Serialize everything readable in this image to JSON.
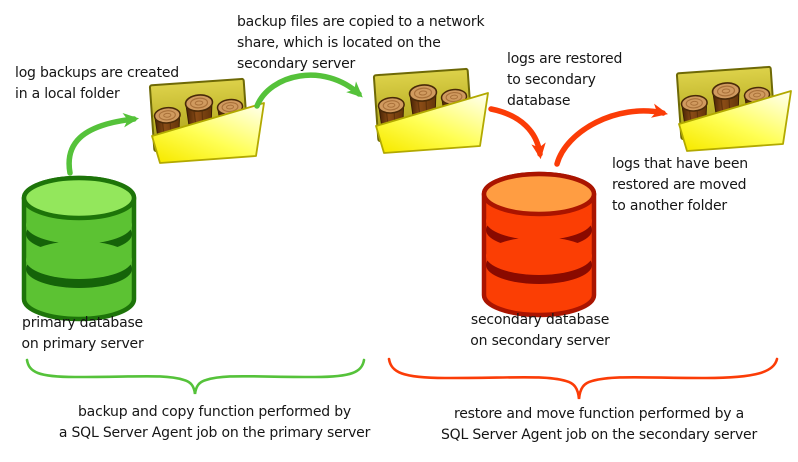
{
  "colors": {
    "primary_accent_green": "#55c23a",
    "secondary_accent_red": "#fb3c07",
    "folder_yellow": "#ffee33",
    "folder_back_olive": "#cfc337",
    "log_wood_brown": "#8a4c16",
    "db_green_body": "#5cc233",
    "db_green_top": "#93e75c",
    "db_red_body": "#fb3e04",
    "db_red_top": "#ff9d42",
    "text": "#161616"
  },
  "icons": {
    "primary_db": "database-cylinder-icon",
    "secondary_db": "database-cylinder-icon",
    "folders": "open-folder-with-logs-icon",
    "arrows": "curved-arrow-icon",
    "braces": "horizontal-curly-brace-icon"
  },
  "annotations": {
    "log_backups": "log backups are created\nin a local folder",
    "copy_network": "backup files are copied to a network\nshare, which is located on the\nsecondary server",
    "logs_restored": "logs are restored\nto secondary\ndatabase",
    "logs_moved": "logs that have been\nrestored are moved\nto another folder"
  },
  "nodes": {
    "primary_db": "primary database\non primary server",
    "secondary_db": "secondary database\non secondary server"
  },
  "braces": {
    "primary": "backup and copy function performed by\na SQL Server Agent job on the primary server",
    "secondary": "restore and move function performed by a\nSQL Server Agent job on the secondary server"
  }
}
